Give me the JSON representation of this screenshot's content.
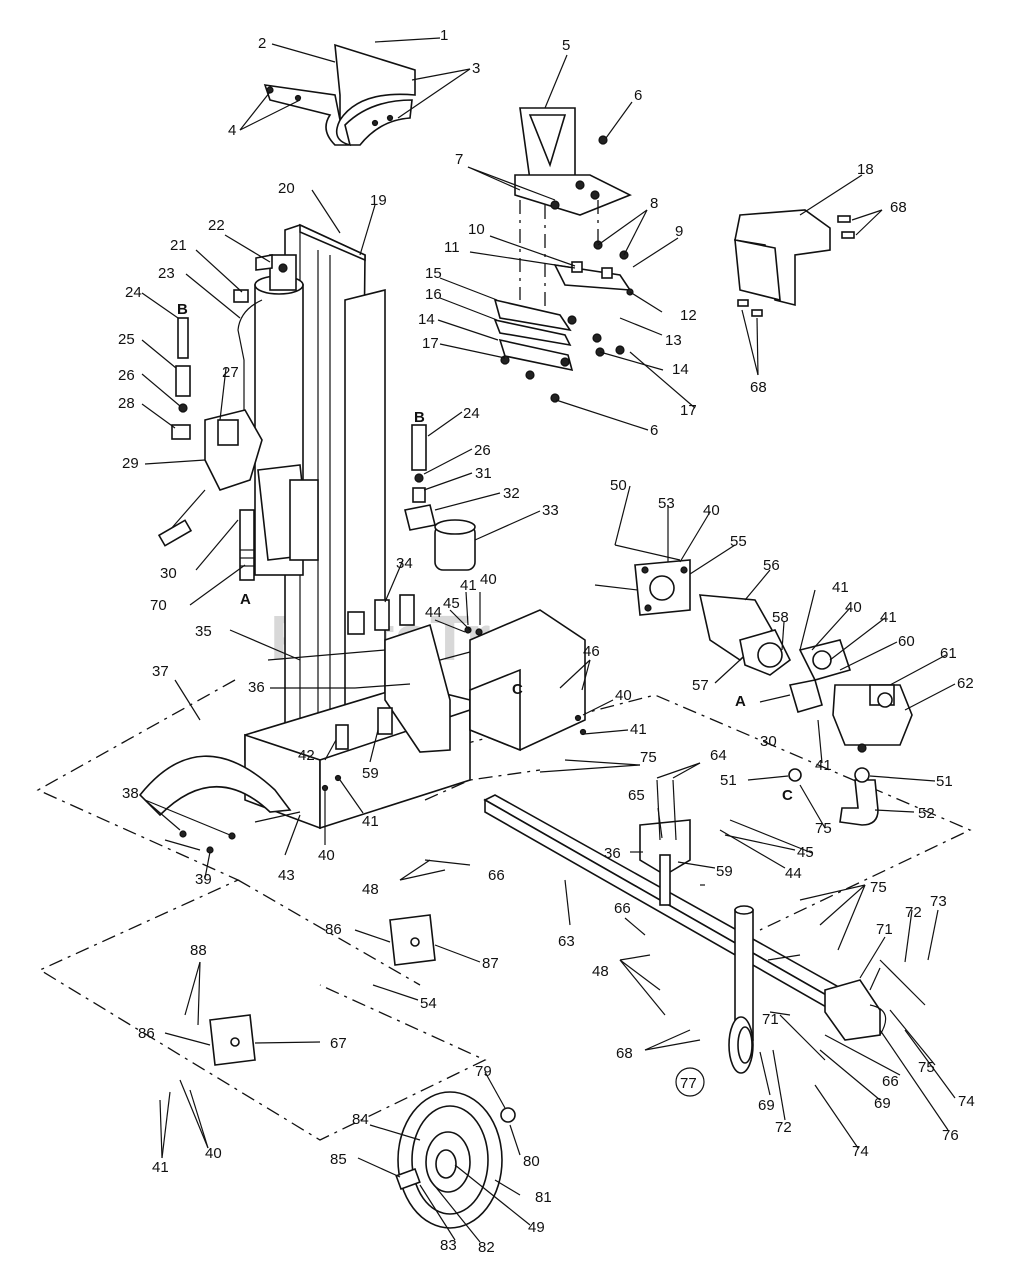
{
  "watermark": "PartsTree",
  "letters": {
    "a": "A",
    "b": "B",
    "c": "C"
  },
  "labels": {
    "p1": "1",
    "p2": "2",
    "p3": "3",
    "p4": "4",
    "p5": "5",
    "p6": "6",
    "p7": "7",
    "p8": "8",
    "p9": "9",
    "p10": "10",
    "p11": "11",
    "p12": "12",
    "p13": "13",
    "p14": "14",
    "p15": "15",
    "p16": "16",
    "p17": "17",
    "p18": "18",
    "p19": "19",
    "p20": "20",
    "p21": "21",
    "p22": "22",
    "p23": "23",
    "p24": "24",
    "p25": "25",
    "p26": "26",
    "p27": "27",
    "p28": "28",
    "p29": "29",
    "p30": "30",
    "p31": "31",
    "p32": "32",
    "p33": "33",
    "p34": "34",
    "p35": "35",
    "p36": "36",
    "p37": "37",
    "p38": "38",
    "p39": "39",
    "p40": "40",
    "p41": "41",
    "p42": "42",
    "p43": "43",
    "p44": "44",
    "p45": "45",
    "p46": "46",
    "p49": "49",
    "p50": "50",
    "p51": "51",
    "p52": "52",
    "p53": "53",
    "p54": "54",
    "p55": "55",
    "p56": "56",
    "p57": "57",
    "p58": "58",
    "p59": "59",
    "p60": "60",
    "p61": "61",
    "p62": "62",
    "p63": "63",
    "p64": "64",
    "p65": "65",
    "p66": "66",
    "p67": "67",
    "p68": "68",
    "p69": "69",
    "p70": "70",
    "p71": "71",
    "p72": "72",
    "p73": "73",
    "p74": "74",
    "p75": "75",
    "p76": "76",
    "p77": "77",
    "p79": "79",
    "p80": "80",
    "p81": "81",
    "p82": "82",
    "p83": "83",
    "p84": "84",
    "p85": "85",
    "p86": "86",
    "p87": "87",
    "p88": "88",
    "p48": "48"
  }
}
